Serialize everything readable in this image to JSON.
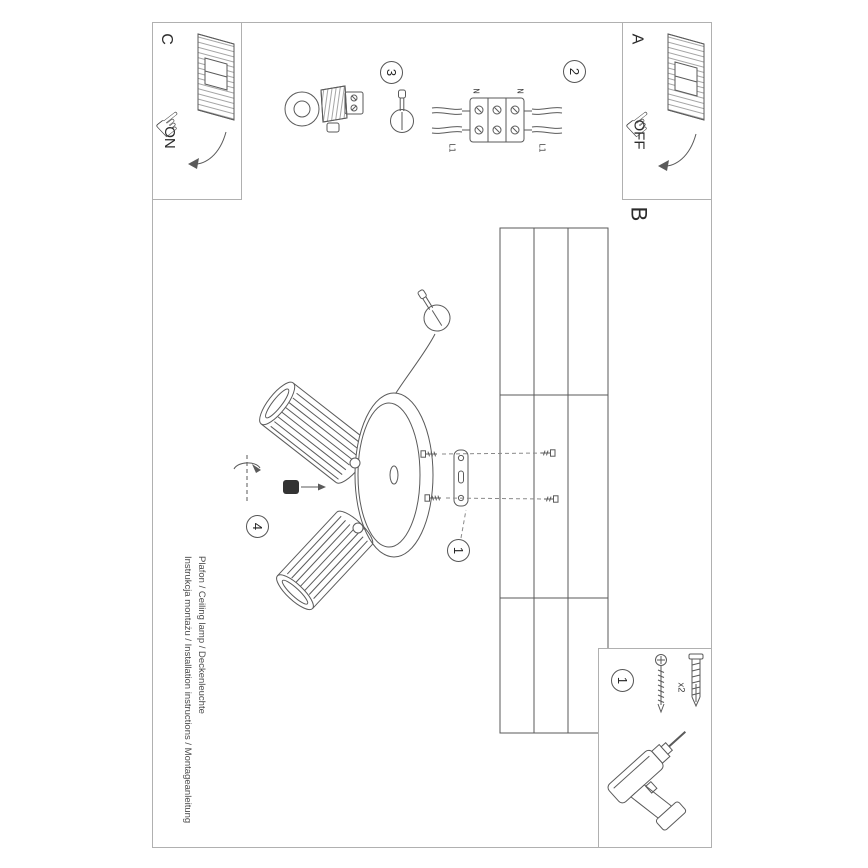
{
  "sheet": {
    "side_text_primary": "Instrukcja montażu / Installation instructions / Montageanleitung",
    "side_text_secondary": "Plafon / Ceiling lamp / Deckenleuchte"
  },
  "sections": {
    "a_label": "A",
    "a_switch_state": "OFF",
    "b_label": "B",
    "c_label": "C",
    "c_switch_state": "ON"
  },
  "steps": {
    "one": "1",
    "two": "2",
    "three": "3",
    "four": "4"
  },
  "wiring": {
    "neutral_label": "N",
    "live_label": "L1"
  },
  "parts_box": {
    "step_label": "1",
    "screw_quantity": "x2"
  }
}
